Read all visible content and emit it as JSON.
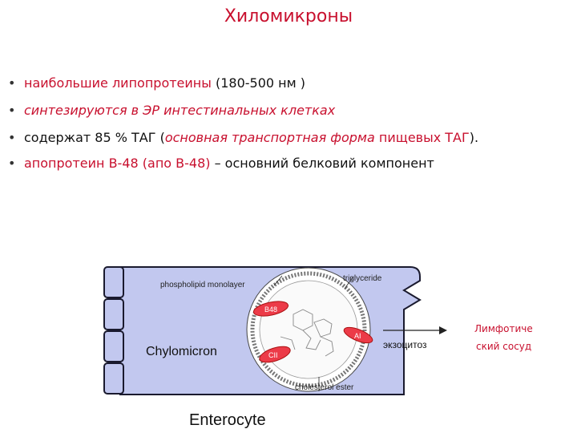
{
  "title": "Хиломикроны",
  "bullets": [
    {
      "bullet": "•",
      "parts": [
        {
          "text": "наибольшие липопротеины",
          "style": "red"
        },
        {
          "text": " (180-500 нм )",
          "style": "dk"
        }
      ]
    },
    {
      "bullet": "•",
      "parts": [
        {
          "text": "синтезируются в ЭР интестинальных клетках",
          "style": "red"
        }
      ]
    },
    {
      "bullet": "•",
      "parts": [
        {
          "text": "содержат  85 % ТАГ (",
          "style": "dk"
        },
        {
          "text": "основная транспортная форма",
          "style": "red"
        },
        {
          "text": " пищевых ТАГ",
          "style": "red"
        },
        {
          "text": ").",
          "style": "dk"
        }
      ]
    },
    {
      "bullet": "•",
      "parts": [
        {
          "text": "апопротеин В-48 (апо В-48)",
          "style": "red"
        },
        {
          "text": " – основний белковий компонент",
          "style": "dk"
        }
      ]
    }
  ],
  "diagram": {
    "cell_label": "Enterocyte",
    "particle_label": "Chylomicron",
    "phospholipid_label": "phospholipid monolayer",
    "triglyceride_label": "triglyceride",
    "cholesterol_label": "cholesterol ester",
    "apo_b48": "B48",
    "apo_a": "AI",
    "apo_c": "CII",
    "exocytosis_label": "экзоцитоз",
    "lymph_label_line1": "Лимфотиче",
    "lymph_label_line2": "ский сосуд",
    "colors": {
      "cell_fill": "#c2c8ef",
      "cell_stroke": "#1a1a2e",
      "apo_fill": "#ec3b48",
      "title_red": "#c8102e"
    }
  }
}
